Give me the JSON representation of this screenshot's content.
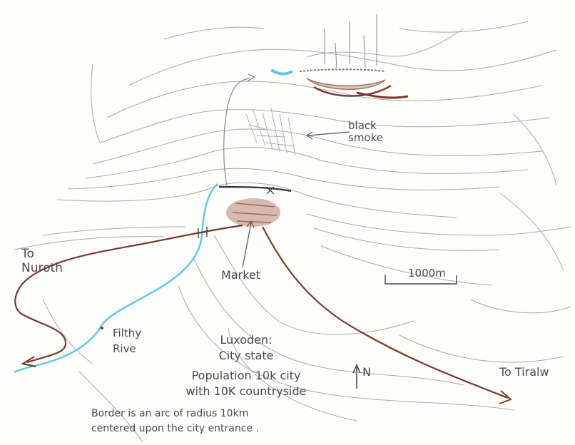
{
  "labels": {
    "black_smoke_line1": "black",
    "black_smoke_line2": "smoke",
    "to_nuroth_line1": "To",
    "to_nuroth_line2": "Nuroth",
    "market": "Market",
    "filthy_line1": "Filthy",
    "filthy_line2": "Rive",
    "scale": "1000m",
    "north": "N",
    "to_tiralw": "To Tiralw",
    "city_name": "Luxoden:",
    "city_type": "City state",
    "population_line1": "Population 10k city",
    "population_line2": "with 10K countryside",
    "border_line1": "Border is an arc of radius 10km",
    "border_line2": "centered upon the city entrance ."
  },
  "colors": {
    "contour": "#9a9a9a",
    "road": "#7a3a2a",
    "river": "#5bc8e8",
    "ink": "#4a4a4a",
    "city_fill": "#b88a7a"
  },
  "icons": {
    "north_arrow": "north-arrow-icon",
    "bridge": "bridge-icon"
  }
}
